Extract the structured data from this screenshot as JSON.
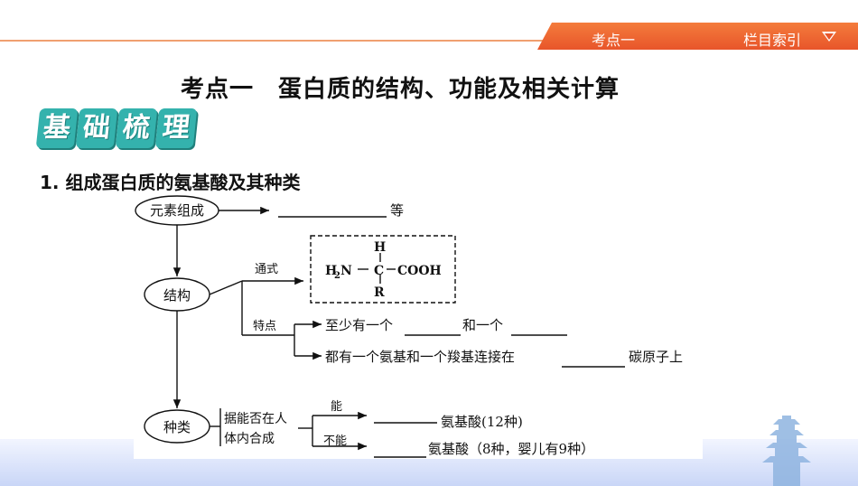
{
  "header": {
    "tab1": "考点一",
    "tab2": "栏目索引"
  },
  "title": "考点一　蛋白质的结构、功能及相关计算",
  "badge": [
    "基",
    "础",
    "梳",
    "理"
  ],
  "section": "1. 组成蛋白质的氨基酸及其种类",
  "diagram": {
    "node_elements": "元素组成",
    "node_structure": "结构",
    "node_types": "种类",
    "suffix_equal": "等",
    "label_formula": "通式",
    "formula": {
      "h": "H",
      "h2n": "H",
      "sub2": "2",
      "n": "N",
      "c": "C",
      "cooh": "COOH",
      "r": "R"
    },
    "label_feature": "特点",
    "feature1_a": "至少有一个",
    "feature1_b": "和一个",
    "feature2_a": "都有一个氨基和一个羧基连接在",
    "feature2_b": "碳原子上",
    "criteria_line1": "据能否在人",
    "criteria_line2": "体内合成",
    "branch_can": "能",
    "branch_cannot": "不能",
    "result_can": "氨基酸(12种)",
    "result_cannot": "氨基酸（8种，婴儿有9种）"
  }
}
